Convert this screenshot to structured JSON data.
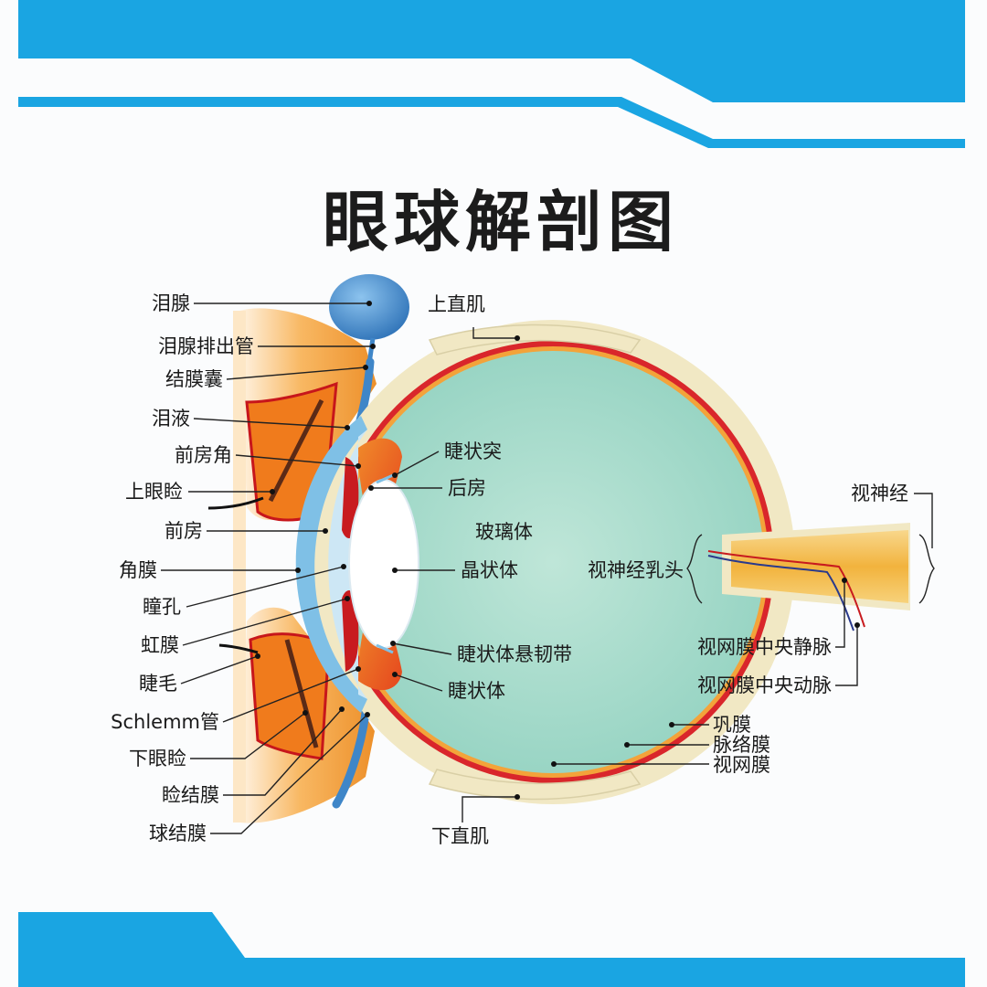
{
  "title": "眼球解剖图",
  "colors": {
    "banner": "#1aa5e2",
    "vitreous": "#a9dccd",
    "sclera": "#f1e8c4",
    "choroid": "#d9262b",
    "lens": "#ffffff",
    "cornea": "#7fc0e6",
    "lacrimal_gland": "#3f86c8",
    "eyelid": "#f29a2e",
    "optic_nerve": "#f6c25a"
  },
  "labels": {
    "lacrimal_gland": "泪腺",
    "lacrimal_duct": "泪腺排出管",
    "conjunctival_sac": "结膜囊",
    "tears": "泪液",
    "anterior_chamber_angle": "前房角",
    "upper_eyelid": "上眼睑",
    "anterior_chamber": "前房",
    "cornea": "角膜",
    "pupil": "瞳孔",
    "iris": "虹膜",
    "eyelash": "睫毛",
    "schlemm_canal": "Schlemm管",
    "lower_eyelid": "下眼睑",
    "palpebral_conjunctiva": "睑结膜",
    "bulbar_conjunctiva": "球结膜",
    "superior_rectus": "上直肌",
    "ciliary_process": "睫状突",
    "posterior_chamber": "后房",
    "vitreous_body": "玻璃体",
    "lens": "晶状体",
    "zonule": "睫状体悬韧带",
    "ciliary_body": "睫状体",
    "inferior_rectus": "下直肌",
    "optic_nerve": "视神经",
    "optic_disc": "视神经乳头",
    "central_retinal_vein": "视网膜中央静脉",
    "central_retinal_artery": "视网膜中央动脉",
    "sclera": "巩膜",
    "choroid": "脉络膜",
    "retina": "视网膜"
  }
}
